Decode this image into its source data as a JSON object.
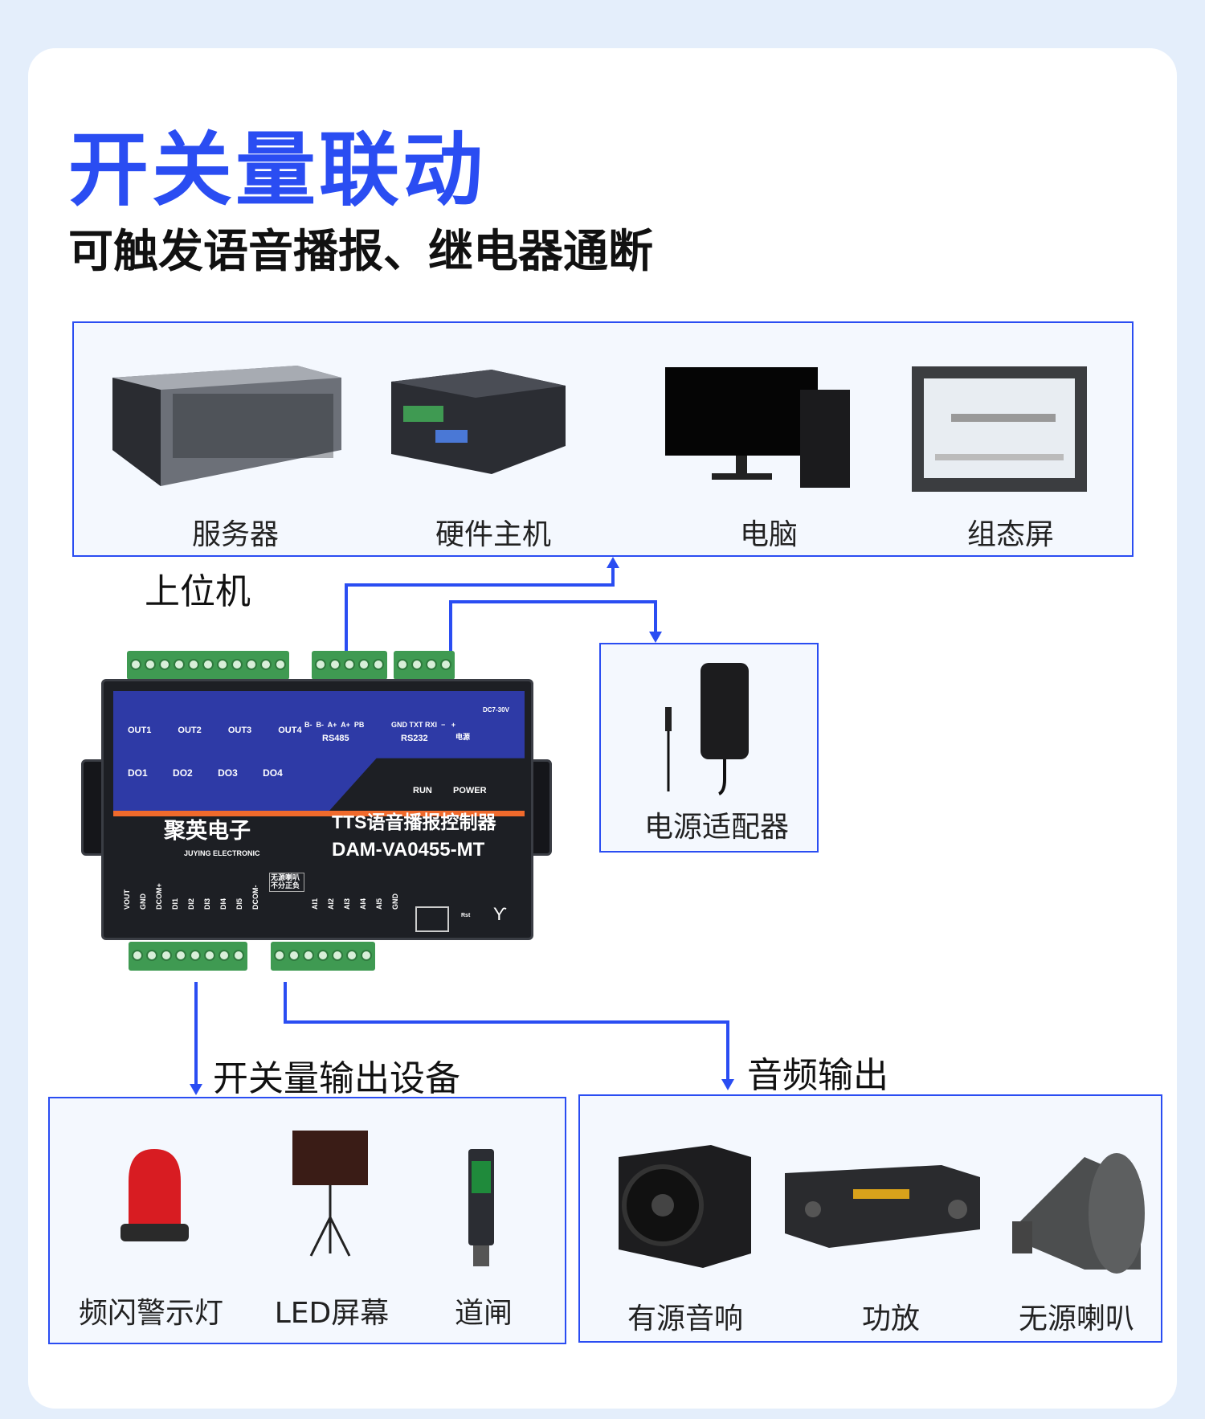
{
  "title": "开关量联动",
  "subtitle": "可触发语音播报、继电器通断",
  "host": {
    "label": "上位机",
    "items": [
      {
        "label": "服务器",
        "icon": "server-icon"
      },
      {
        "label": "硬件主机",
        "icon": "mini-pc-icon"
      },
      {
        "label": "电脑",
        "icon": "desktop-computer-icon"
      },
      {
        "label": "组态屏",
        "icon": "hmi-screen-icon"
      }
    ]
  },
  "power": {
    "label": "电源适配器",
    "icon": "power-adapter-icon"
  },
  "device": {
    "brand_cn": "聚英电子",
    "brand_en": "JUYING ELECTRONIC",
    "product": "TTS语音播报控制器",
    "model": "DAM-VA0455-MT",
    "outs": [
      "OUT1",
      "OUT2",
      "OUT3",
      "OUT4"
    ],
    "dos": [
      "DO1",
      "DO2",
      "DO3",
      "DO4"
    ],
    "rs485_pins": "B-  B-  A+  A+  PB",
    "rs485": "RS485",
    "rs232_pins": "GND TXT RXI  −   +",
    "rs232": "RS232",
    "power_cn": "电源",
    "dc": "DC7-30V",
    "run": "RUN",
    "power_led": "POWER",
    "bottom_left": [
      "VOUT",
      "GND",
      "DCOM+",
      "DI1",
      "DI2",
      "DI3",
      "DI4",
      "DI5",
      "DCOM-"
    ],
    "speaker_note": "无源喇叭不分正负",
    "bottom_right": [
      "AI1",
      "AI2",
      "AI3",
      "AI4",
      "AI5",
      "GND"
    ],
    "rst": "Rst"
  },
  "switch_out": {
    "label": "开关量输出设备",
    "items": [
      {
        "label": "频闪警示灯",
        "icon": "strobe-light-icon"
      },
      {
        "label": "LED屏幕",
        "icon": "led-screen-icon"
      },
      {
        "label": "道闸",
        "icon": "barrier-gate-icon"
      }
    ]
  },
  "audio_out": {
    "label": "音频输出",
    "items": [
      {
        "label": "有源音响",
        "icon": "active-speaker-icon"
      },
      {
        "label": "功放",
        "icon": "amplifier-icon"
      },
      {
        "label": "无源喇叭",
        "icon": "horn-speaker-icon"
      }
    ]
  },
  "colors": {
    "accent": "#2a4df2",
    "device_blue": "#2e3aa6",
    "device_orange": "#f06a2c"
  }
}
